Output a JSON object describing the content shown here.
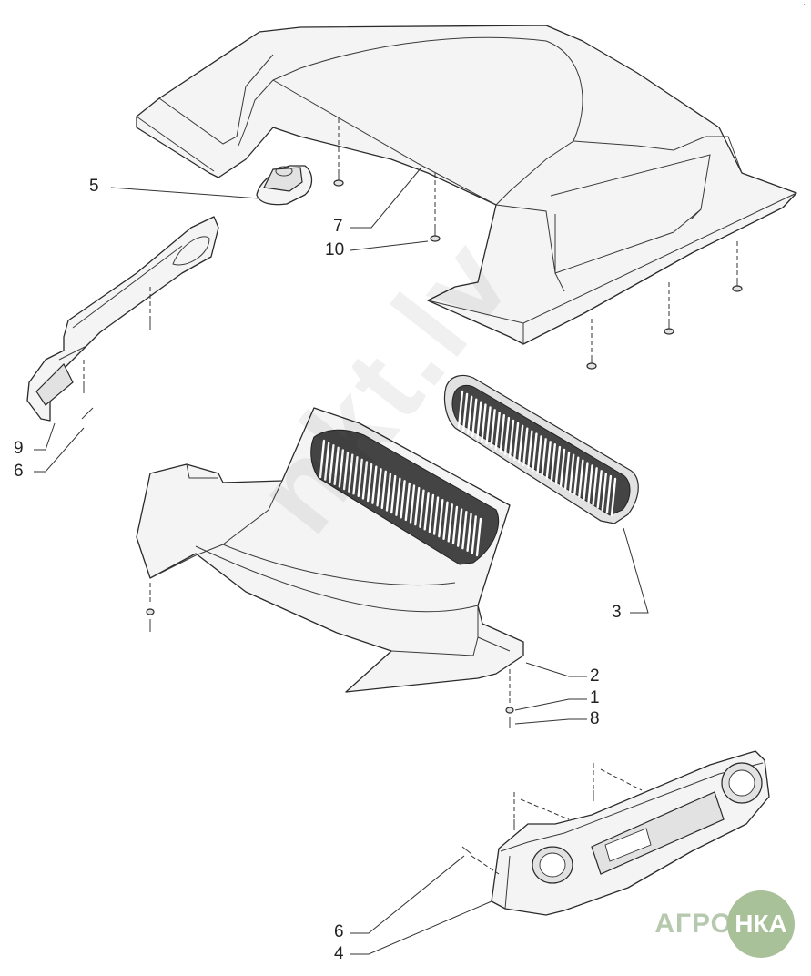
{
  "callouts": [
    {
      "id": "c5",
      "label": "5"
    },
    {
      "id": "c7",
      "label": "7"
    },
    {
      "id": "c10",
      "label": "10"
    },
    {
      "id": "c9",
      "label": "9"
    },
    {
      "id": "c6a",
      "label": "6"
    },
    {
      "id": "c3",
      "label": "3"
    },
    {
      "id": "c2",
      "label": "2"
    },
    {
      "id": "c1",
      "label": "1"
    },
    {
      "id": "c8",
      "label": "8"
    },
    {
      "id": "c6b",
      "label": "6"
    },
    {
      "id": "c4",
      "label": "4"
    }
  ],
  "watermark": "nkt.lv",
  "logo": {
    "left": "АГРО",
    "right": "НКА"
  },
  "corner_mark": "·"
}
